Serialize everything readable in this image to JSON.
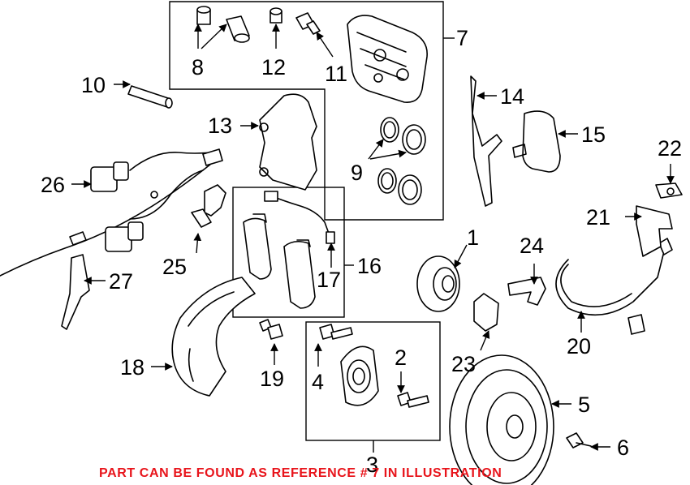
{
  "diagram": {
    "callouts": {
      "c1": "1",
      "c2": "2",
      "c3": "3",
      "c4": "4",
      "c5": "5",
      "c6": "6",
      "c7": "7",
      "c8": "8",
      "c9": "9",
      "c10": "10",
      "c11": "11",
      "c12": "12",
      "c13": "13",
      "c14": "14",
      "c15": "15",
      "c16": "16",
      "c17": "17",
      "c18": "18",
      "c19": "19",
      "c20": "20",
      "c21": "21",
      "c22": "22",
      "c23": "23",
      "c24": "24",
      "c25": "25",
      "c26": "26",
      "c27": "27"
    },
    "footnote": "PART CAN BE FOUND AS REFERENCE # 7 IN ILLUSTRATION",
    "colors": {
      "line": "#000000",
      "footnote": "#e8141b",
      "background": "#ffffff"
    }
  }
}
